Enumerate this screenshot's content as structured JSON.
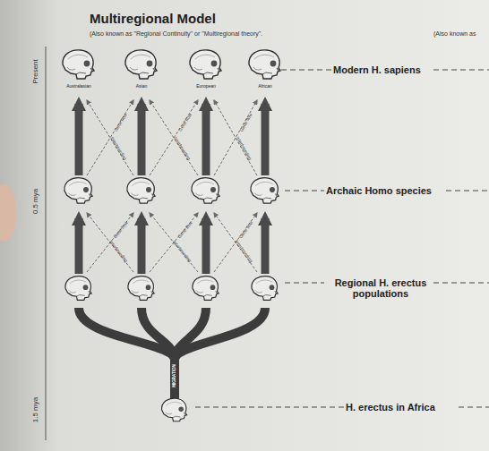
{
  "diagram": {
    "title": "Multiregional Model",
    "labels": [
      "(Also known as \"Regional Continuity\" or \"Multiregional theory\".",
      "(Also known as",
      "Present",
      "0.5 mya",
      "1.5 mya",
      "Australasian",
      "Asian",
      "European",
      "African",
      "Modern H. sapiens",
      "Archaic Homo species",
      "Regional H. erectus populations",
      "H. erectus in Africa",
      "MIGRATION",
      "Gene flow",
      "Interbreeding",
      "Gene flow",
      "Interbreeding",
      "Gene flow",
      "Interbreeding",
      "Gene flow",
      "Interbreeding",
      "Gene flow",
      "Interbreeding",
      "Gene flow",
      "Interbreeding"
    ]
  }
}
